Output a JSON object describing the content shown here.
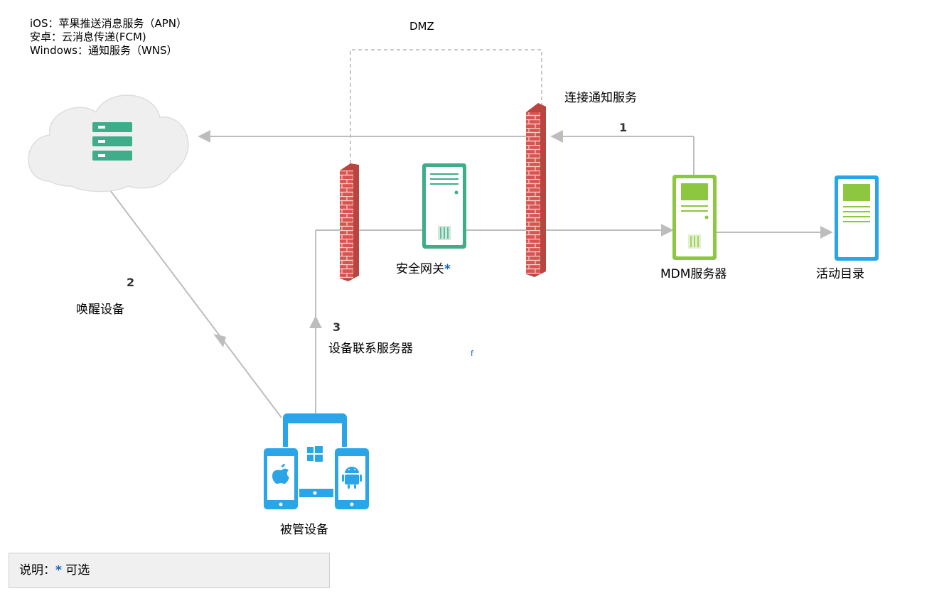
{
  "legend": {
    "ios": "iOS：苹果推送消息服务（APN）",
    "android": "安卓：云消息传递(FCM)",
    "windows": "Windows：通知服务（WNS）"
  },
  "labels": {
    "dmz": "DMZ",
    "connect_notification": "连接通知服务",
    "wake_device": "唤醒设备",
    "device_contact_server": "设备联系服务器",
    "security_gateway": "安全网关",
    "mdm_server": "MDM服务器",
    "active_directory": "活动目录",
    "managed_devices": "被管设备",
    "stray_mark": "f"
  },
  "steps": {
    "one": "1",
    "two": "2",
    "three": "3"
  },
  "optional_marker": "*",
  "note": {
    "label": "说明：",
    "marker": "*",
    "text": "可选"
  },
  "icons": {
    "cloud": "cloud-server-icon",
    "firewall": "firewall-icon",
    "gateway": "gateway-server-icon",
    "mdm": "mdm-server-icon",
    "directory": "directory-server-icon",
    "devices": "managed-devices-icon"
  },
  "colors": {
    "cloud_fill": "#efefef",
    "server_green": "#3eae8a",
    "firewall_red": "#d9534f",
    "mdm_green": "#8dc63f",
    "device_blue": "#2aa6e8",
    "arrow_gray": "#bdbdbd",
    "dmz_dash": "#c8c8c8"
  }
}
